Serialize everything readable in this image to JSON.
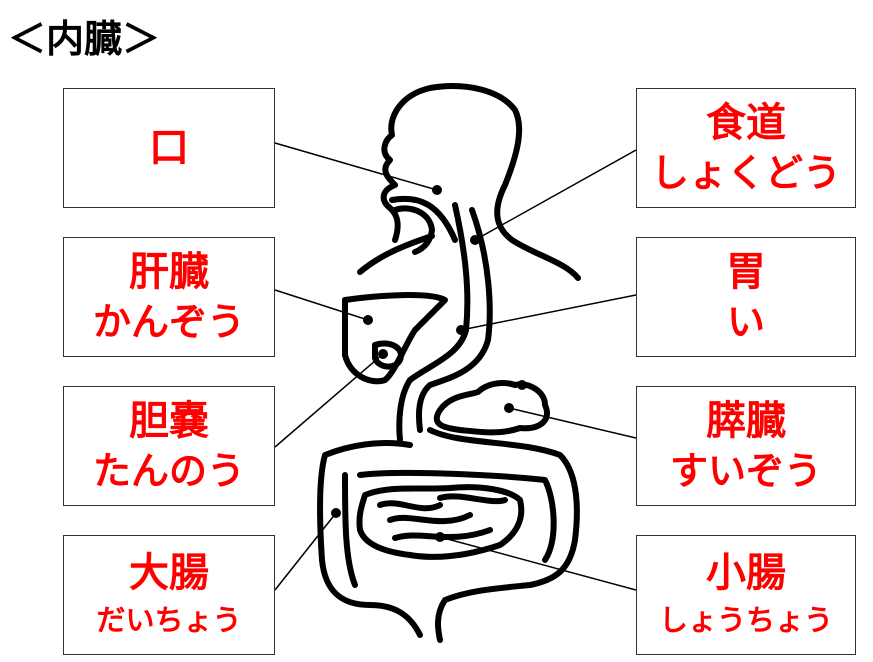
{
  "title": "＜内臓＞",
  "labels": {
    "mouth": {
      "kanji": "口"
    },
    "liver": {
      "kanji": "肝臓",
      "reading": "かんぞう"
    },
    "gallbladder": {
      "kanji": "胆嚢",
      "reading": "たんのう"
    },
    "large_intestine": {
      "kanji": "大腸",
      "reading": "だいちょう"
    },
    "esophagus": {
      "kanji": "食道",
      "reading": "しょくどう"
    },
    "stomach": {
      "kanji": "胃",
      "reading": "い"
    },
    "pancreas": {
      "kanji": "膵臓",
      "reading": "すいぞう"
    },
    "small_intestine": {
      "kanji": "小腸",
      "reading": "しょうちょう"
    }
  },
  "colors": {
    "label": "#ff0000",
    "line": "#000000"
  }
}
